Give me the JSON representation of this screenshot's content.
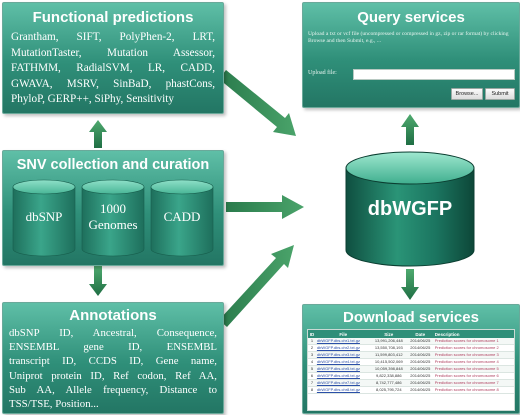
{
  "functional_predictions": {
    "title": "Functional predictions",
    "text_lines": [
      "Grantham, SIFT, PolyPhen-2, LRT,",
      "MutationTaster, Mutation Assessor,",
      "FATHMM, RadialSVM, LR, CADD,",
      "GWAVA, MSRV, SinBaD, phastCons,",
      "PhyloP, GERP++, SiPhy, Sensitivity"
    ]
  },
  "snv_collection": {
    "title": "SNV collection and curation",
    "databases": [
      "dbSNP",
      "1000\nGenomes",
      "CADD"
    ]
  },
  "annotations": {
    "title": "Annotations",
    "text_lines": [
      "dbSNP ID, Ancestral, Consequence,",
      "ENSEMBL gene ID, ENSEMBL",
      "transcript ID, CCDS ID, Gene name,",
      "Uniprot protein ID, Ref codon, Ref AA,",
      "Sub AA, Allele frequency, Distance to",
      "TSS/TSE, Position..."
    ]
  },
  "query_services": {
    "title": "Query services",
    "instructions": "Upload a txt or vcf file (uncompressed or compressed in gz, zip or rar format) by clicking Browse and then Submit, e.g., ...",
    "upload_label": "Upload file:",
    "browse_button": "Browse...",
    "submit_button": "Submit"
  },
  "database": {
    "label": "dbWGFP"
  },
  "download_services": {
    "title": "Download services",
    "table": {
      "headers": [
        "ID",
        "File",
        "Size",
        "Date",
        "Description"
      ],
      "rows": [
        [
          "1",
          "dbWGFP.dbs.chr1.txt.gz",
          "13,991,206,448",
          "2014/06/25",
          "Prediction scores for chromosome 1"
        ],
        [
          "2",
          "dbWGFP.dbs.chr2.txt.gz",
          "13,550,708,193",
          "2014/06/25",
          "Prediction scores for chromosome 2"
        ],
        [
          "3",
          "dbWGFP.dbs.chr3.txt.gz",
          "11,599,803,412",
          "2014/06/25",
          "Prediction scores for chromosome 3"
        ],
        [
          "4",
          "dbWGFP.dbs.chr4.txt.gz",
          "10,415,502,069",
          "2014/06/25",
          "Prediction scores for chromosome 4"
        ],
        [
          "5",
          "dbWGFP.dbs.chr5.txt.gz",
          "10,059,398,848",
          "2014/06/25",
          "Prediction scores for chromosome 5"
        ],
        [
          "6",
          "dbWGFP.dbs.chr6.txt.gz",
          "9,822,338,886",
          "2014/06/25",
          "Prediction scores for chromosome 6"
        ],
        [
          "7",
          "dbWGFP.dbs.chr7.txt.gz",
          "8,742,777,486",
          "2014/06/25",
          "Prediction scores for chromosome 7"
        ],
        [
          "8",
          "dbWGFP.dbs.chr8.txt.gz",
          "8,025,795,724",
          "2014/06/25",
          "Prediction scores for chromosome 8"
        ]
      ]
    }
  },
  "colors": {
    "panel_dark": "#237664",
    "panel_light": "#5fbfa7",
    "arrow": "#2e8a57",
    "text": "#ffffff"
  }
}
